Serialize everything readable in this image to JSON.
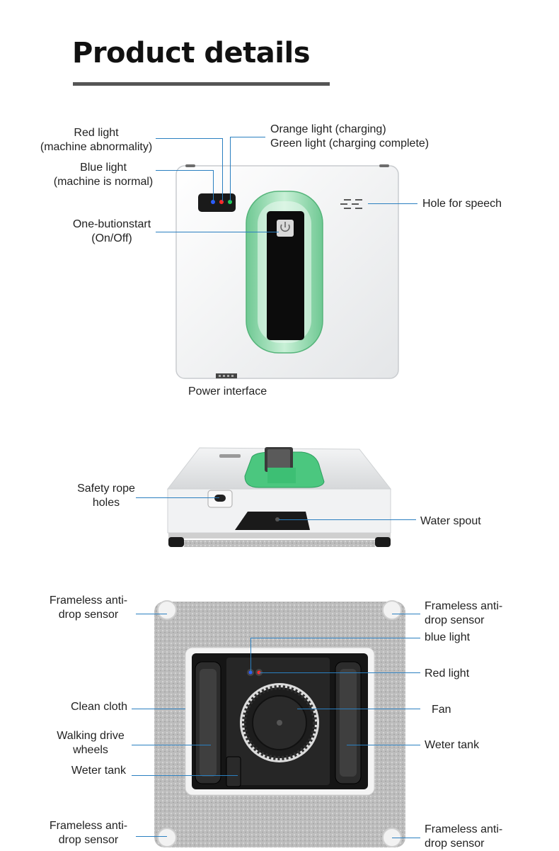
{
  "page": {
    "title": "Product details"
  },
  "section_front": {
    "red_light": [
      "Red light",
      "(machine abnormality)"
    ],
    "blue_light": [
      "Blue light",
      "(machine is normal)"
    ],
    "orange_green": [
      "Orange light (charging)",
      "Green light (charging complete)"
    ],
    "one_button": [
      "One-butionstart",
      "(On/Off)"
    ],
    "speech_hole": "Hole for speech",
    "power_interface": "Power interface"
  },
  "section_side": {
    "safety_rope": [
      "Safety rope",
      "holes"
    ],
    "water_spout": "Water spout"
  },
  "section_bottom": {
    "sensor_tl": [
      "Frameless anti-",
      "drop sensor"
    ],
    "sensor_tr": [
      "Frameless anti-",
      "drop sensor"
    ],
    "sensor_bl": [
      "Frameless anti-",
      "drop sensor"
    ],
    "sensor_br": [
      "Frameless anti-",
      "drop sensor"
    ],
    "blue_light": "blue light",
    "red_light": "Red light",
    "clean_cloth": "Clean cloth",
    "fan": "Fan",
    "walking_wheels": [
      "Walking drive",
      "wheels"
    ],
    "water_tank_right": "Weter tank",
    "water_tank_left": "Weter tank"
  },
  "colors": {
    "accent_line": "#2a7fc0",
    "green_panel": "#8ed7a8",
    "led_blue": "#2b5cff",
    "led_red": "#ff2a2a",
    "led_green": "#22d05a"
  }
}
